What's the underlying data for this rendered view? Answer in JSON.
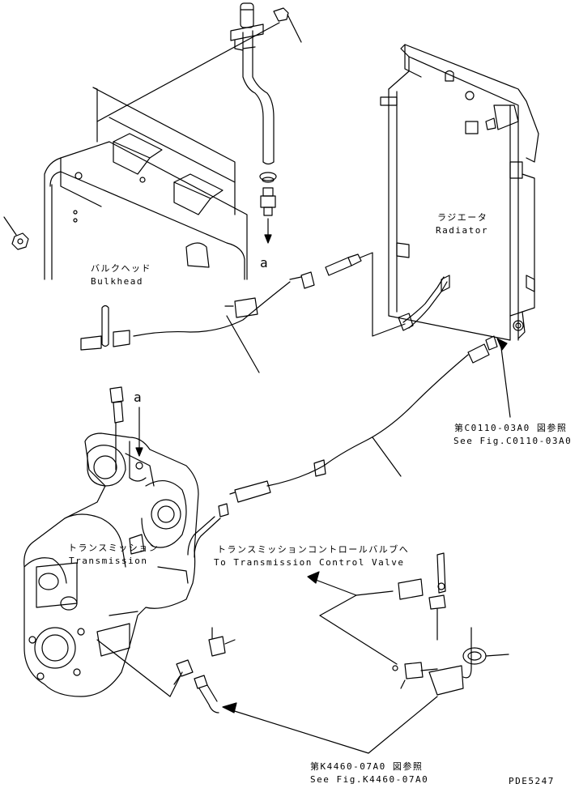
{
  "labels": {
    "bulkhead_jp": "バルクヘッド",
    "bulkhead_en": "Bulkhead",
    "radiator_jp": "ラジエータ",
    "radiator_en": "Radiator",
    "transmission_jp": "トランスミッション",
    "transmission_en": "Transmission",
    "to_valve_jp": "トランスミッションコントロールバルブへ",
    "to_valve_en": "To Transmission Control Valve",
    "ref1_jp": "第C0110-03A0 図参照",
    "ref1_en": "See Fig.C0110-03A0",
    "ref2_jp": "第K4460-07A0 図参照",
    "ref2_en": "See Fig.K4460-07A0",
    "marker_a_top": "a",
    "marker_a_left": "a",
    "page_code": "PDE5247"
  }
}
